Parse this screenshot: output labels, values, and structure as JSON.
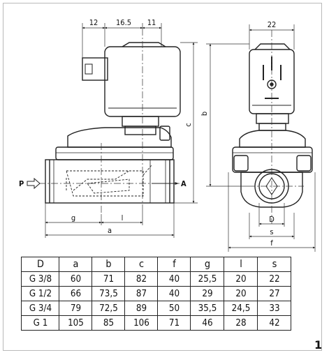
{
  "drawing": {
    "top_dims": [
      "12",
      "16.5",
      "11"
    ],
    "right_top_dim": "22",
    "dim_b": "b",
    "dim_c": "c",
    "port_in": "P",
    "port_out": "A",
    "dim_g": "g",
    "dim_l": "l",
    "dim_a": "a",
    "dim_D": "D",
    "dim_s": "s",
    "dim_f": "f"
  },
  "table": {
    "headers": [
      "D",
      "a",
      "b",
      "c",
      "f",
      "g",
      "l",
      "s"
    ],
    "rows": [
      [
        "G 3/8",
        "60",
        "71",
        "82",
        "40",
        "25,5",
        "20",
        "22"
      ],
      [
        "G 1/2",
        "66",
        "73,5",
        "87",
        "40",
        "29",
        "20",
        "27"
      ],
      [
        "G 3/4",
        "79",
        "72,5",
        "89",
        "50",
        "35,5",
        "24,5",
        "33"
      ],
      [
        "G 1",
        "105",
        "85",
        "106",
        "71",
        "46",
        "28",
        "42"
      ]
    ]
  },
  "page_number": "1"
}
